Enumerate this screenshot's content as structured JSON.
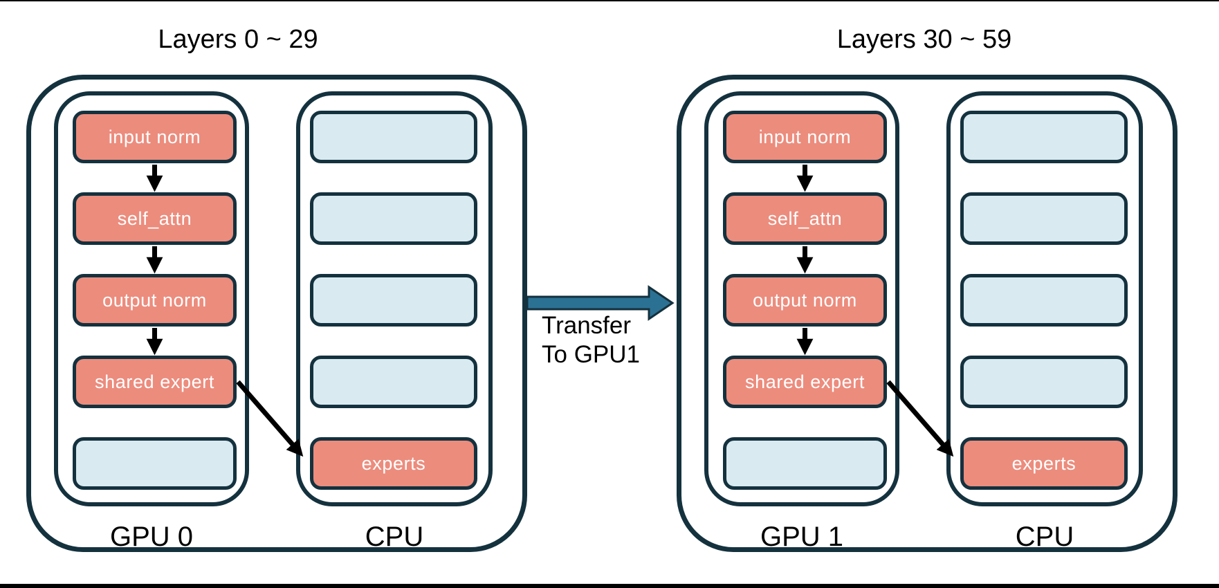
{
  "groups": [
    {
      "title": "Layers 0 ~ 29",
      "gpu": {
        "label": "GPU 0",
        "modules": [
          "input norm",
          "self_attn",
          "output norm",
          "shared expert",
          ""
        ]
      },
      "cpu": {
        "label": "CPU",
        "modules": [
          "",
          "",
          "",
          "",
          "experts"
        ]
      }
    },
    {
      "title": "Layers 30 ~ 59",
      "gpu": {
        "label": "GPU 1",
        "modules": [
          "input norm",
          "self_attn",
          "output norm",
          "shared expert",
          ""
        ]
      },
      "cpu": {
        "label": "CPU",
        "modules": [
          "",
          "",
          "",
          "",
          "experts"
        ]
      }
    }
  ],
  "transfer": {
    "line1": "Transfer",
    "line2": "To GPU1"
  },
  "colors": {
    "border_navy": "#14313E",
    "module_salmon": "#EC8C7D",
    "module_blue": "#D9EAF1",
    "transfer_teal": "#2B7193",
    "arrow_black": "#000000"
  }
}
